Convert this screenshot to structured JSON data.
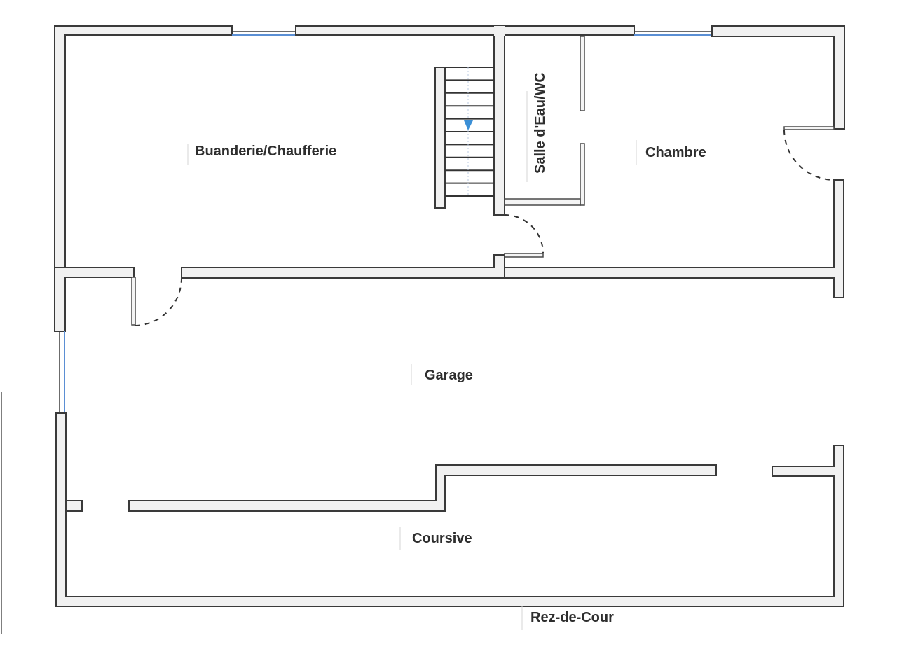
{
  "plan": {
    "level_label": "Rez-de-Cour",
    "rooms": [
      {
        "id": "buanderie",
        "label": "Buanderie/Chaufferie"
      },
      {
        "id": "salle-eau",
        "label": "Salle d'Eau/WC"
      },
      {
        "id": "chambre",
        "label": "Chambre"
      },
      {
        "id": "garage",
        "label": "Garage"
      },
      {
        "id": "coursive",
        "label": "Coursive"
      }
    ],
    "stair": {
      "steps": 10,
      "direction": "down",
      "arrow_color": "#3b8fd6"
    },
    "colors": {
      "wall_outline": "#3a3a3a",
      "wall_fill": "#f1f1f1",
      "window_glass": "#5b8fd4",
      "text": "#2e2e2e"
    }
  }
}
